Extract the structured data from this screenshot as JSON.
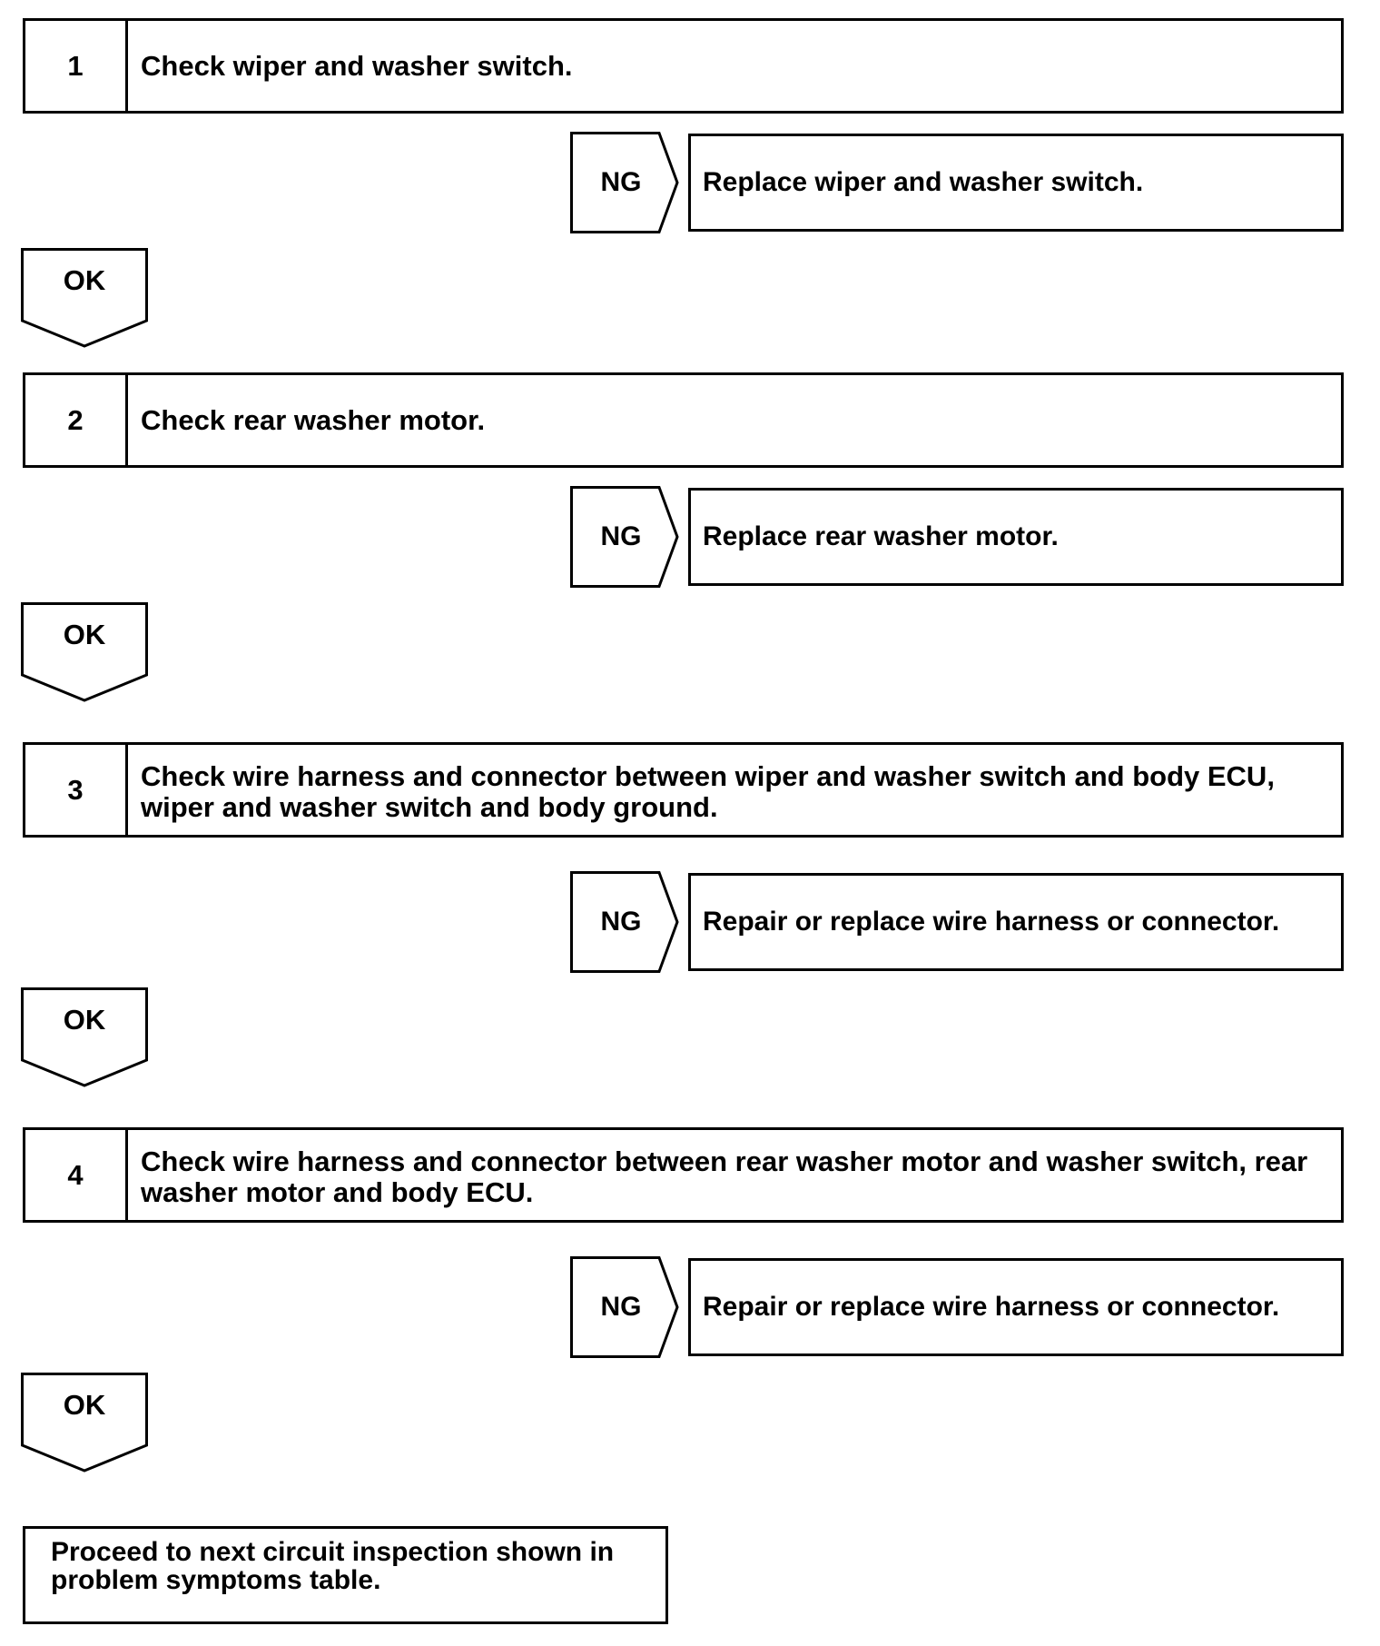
{
  "steps": [
    {
      "number": "1",
      "text": "Check wiper and washer switch.",
      "ng": "NG",
      "ng_action": "Replace wiper and washer switch.",
      "ok": "OK"
    },
    {
      "number": "2",
      "text": "Check rear washer motor.",
      "ng": "NG",
      "ng_action": "Replace rear washer motor.",
      "ok": "OK"
    },
    {
      "number": "3",
      "text": "Check wire harness and connector between wiper and washer switch and body ECU, wiper and washer switch and body ground.",
      "ng": "NG",
      "ng_action": "Repair or replace wire harness or connector.",
      "ok": "OK"
    },
    {
      "number": "4",
      "text": "Check wire harness and connector between rear washer motor and washer switch, rear washer motor and body ECU.",
      "ng": "NG",
      "ng_action": "Repair or replace wire harness or connector.",
      "ok": "OK"
    }
  ],
  "final": "Proceed to next circuit inspection shown in problem symptoms table."
}
